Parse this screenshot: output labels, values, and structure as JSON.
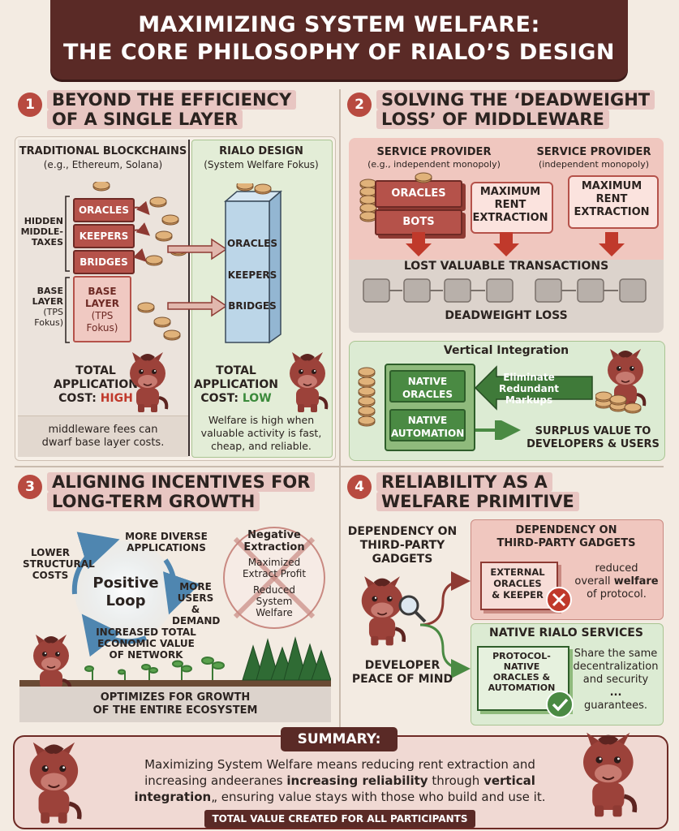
{
  "title": {
    "line1": "MAXIMIZING SYSTEM WELFARE:",
    "line2": "THE CORE PHILOSOPHY OF RIALO’S DESIGN"
  },
  "colors": {
    "maroon": "#5a2a26",
    "red": "#b5524a",
    "green": "#4a8a43",
    "blue": "#bcd6e8",
    "pink": "#e8c6c2"
  },
  "s1": {
    "num": "1",
    "head1": "BEYOND THE EFFICIENCY",
    "head2": "OF A SINGLE LAYER",
    "trad_head": "TRADITIONAL BLOCKCHAINS",
    "trad_sub": "(e.g., Ethereum, Solana)",
    "rialo_head": "RIALO DESIGN",
    "rialo_sub": "(System Welfare Fokus)",
    "hidden1": "HIDDEN",
    "hidden2": "MIDDLE-",
    "hidden3": "TAXES",
    "blocks": [
      "ORACLES",
      "KEEPERS",
      "BRIDGES"
    ],
    "base_side1": "BASE",
    "base_side2": "LAYER",
    "base_side3": "(TPS",
    "base_side4": "Fokus)",
    "base_block1": "BASE",
    "base_block2": "LAYER",
    "base_block3": "(TPS",
    "base_block4": "Fokus)",
    "rialo_blocks": [
      "ORACLES",
      "KEEPERS",
      "BRIDGES"
    ],
    "cost_l1": "TOTAL",
    "cost_l2": "APPLICATION",
    "cost_l3": "COST:",
    "cost_high": "HIGH",
    "cost_r1": "TOTAL",
    "cost_r2": "APPLICATION",
    "cost_r3": "COST:",
    "cost_low": "LOW",
    "note_l1": "middleware fees can",
    "note_l2": "dwarf base layer costs.",
    "note_r1": "Welfare is high when",
    "note_r2": "valuable activity is fast,",
    "note_r3": "cheap, and reliable."
  },
  "s2": {
    "num": "2",
    "head1": "SOLVING THE ‘DEADWEIGHT",
    "head2": "LOSS’ OF MIDDLEWARE",
    "sp1": "SERVICE PROVIDER",
    "sp1_sub": "(e.g., independent monopoly)",
    "sp2": "SERVICE PROVIDER",
    "sp2_sub": "(independent monopoly)",
    "oracles": "ORACLES",
    "bots": "BOTS",
    "mre1": "MAXIMUM",
    "mre2": "RENT",
    "mre3": "EXTRACTION",
    "lost": "LOST VALUABLE TRANSACTIONS",
    "dwl": "DEADWEIGHT LOSS",
    "vi": "Vertical Integration",
    "native_oracles1": "NATIVE",
    "native_oracles2": "ORACLES",
    "native_auto1": "NATIVE",
    "native_auto2": "AUTOMATION",
    "elim1": "Eliminate",
    "elim2": "Redundant",
    "elim3": "Markups",
    "surplus1": "SURPLUS VALUE TO",
    "surplus2": "DEVELOPERS & USERS"
  },
  "s3": {
    "num": "3",
    "head1": "ALIGNING INCENTIVES FOR",
    "head2": "LONG-TERM GROWTH",
    "lower1": "LOWER",
    "lower2": "STRUCTURAL",
    "lower3": "COSTS",
    "more1": "MORE DIVERSE",
    "more2": "APPLICATIONS",
    "users1": "MORE",
    "users2": "USERS &",
    "users3": "DEMAND",
    "loop1": "Positive",
    "loop2": "Loop",
    "inc1": "INCREASED TOTAL",
    "inc2": "ECONOMIC VALUE",
    "inc3": "OF NETWORK",
    "neg1": "Negative",
    "neg2": "Extraction",
    "neg3": "Maximized",
    "neg4": "Extract Profit",
    "neg5": "Reduced",
    "neg6": "System",
    "neg7": "Welfare",
    "opt1": "OPTIMIZES FOR GROWTH",
    "opt2": "OF THE ENTIRE ECOSYSTEM"
  },
  "s4": {
    "num": "4",
    "head1": "RELIABILITY AS A",
    "head2": "WELFARE PRIMITIVE",
    "dep1": "DEPENDENCY ON",
    "dep2": "THIRD-PARTY",
    "dep3": "GADGETS",
    "dep_r1": "DEPENDENCY ON",
    "dep_r2": "THIRD-PARTY GADGETS",
    "ext1": "EXTERNAL",
    "ext2": "ORACLES",
    "ext3": "& KEEPER",
    "red1": "reduced",
    "red2": "overall",
    "red2b": "welfare",
    "red3": "of protocol.",
    "native_head": "NATIVE RIALO SERVICES",
    "pn1": "PROTOCOL-NATIVE",
    "pn2": "ORACLES &",
    "pn3": "AUTOMATION",
    "share1": "Share the same",
    "share2": "decentralization",
    "share3": "and security",
    "share4": "...",
    "share5": "guarantees.",
    "dev1": "DEVELOPER",
    "dev2": "PEACE OF MIND"
  },
  "summary": {
    "head": "SUMMARY:",
    "t1": "Maximizing System Welfare means reducing rent extraction and",
    "t2a": "increasing andeeranes ",
    "t2b": "increasing reliability",
    "t2c": " through ",
    "t2d": "vertical",
    "t3a": "integration",
    "t3b": "„ ensuring value stays with those who build and use it.",
    "bar": "TOTAL VALUE CREATED FOR ALL PARTICIPANTS"
  }
}
